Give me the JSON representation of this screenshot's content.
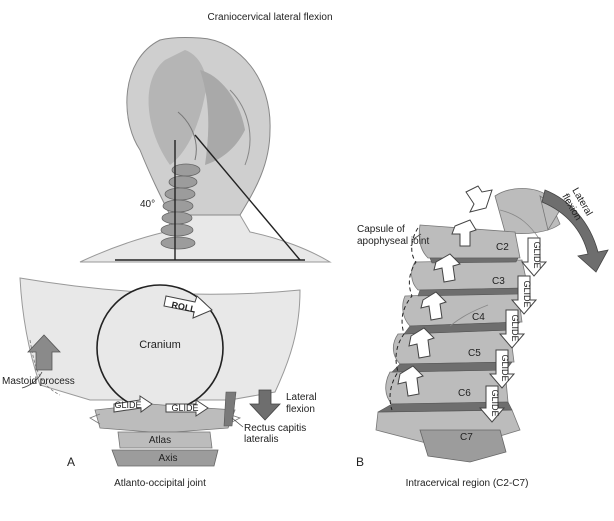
{
  "title": "Craniocervical lateral flexion",
  "angle_label": "40°",
  "panel_a": {
    "letter": "A",
    "caption": "Atlanto-occipital joint",
    "roll_label": "ROLL",
    "cranium_label": "Cranium",
    "mastoid_label": "Mastoid process",
    "glide_left": "GLIDE",
    "glide_right": "GLIDE",
    "atlas_label": "Atlas",
    "axis_label": "Axis",
    "lateral_flexion_line1": "Lateral",
    "lateral_flexion_line2": "flexion",
    "rectus_line1": "Rectus capitis",
    "rectus_line2": "lateralis"
  },
  "panel_b": {
    "letter": "B",
    "caption": "Intracervical region (C2-C7)",
    "capsule_line1": "Capsule of",
    "capsule_line2": "apophyseal joint",
    "lateral_flexion_line1": "Lateral",
    "lateral_flexion_line2": "flexion",
    "vertebrae": [
      "C2",
      "C3",
      "C4",
      "C5",
      "C6",
      "C7"
    ],
    "glide_labels": [
      "GLIDE",
      "GLIDE",
      "GLIDE",
      "GLIDE",
      "GLIDE"
    ]
  }
}
